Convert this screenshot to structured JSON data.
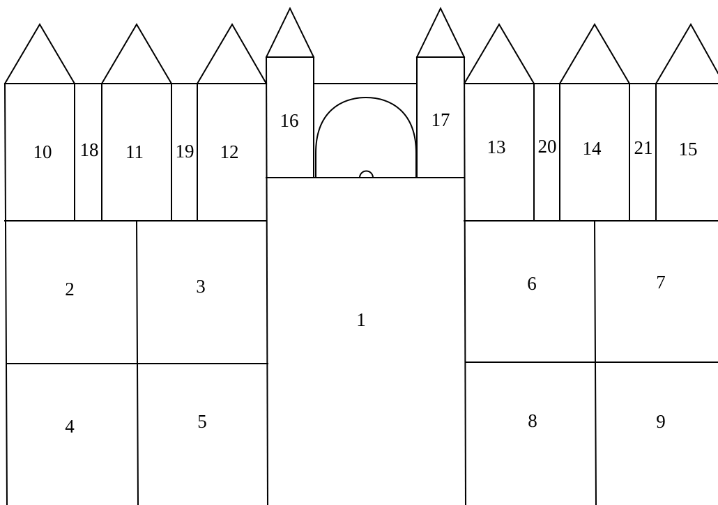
{
  "diagram": {
    "regions": {
      "r1": "1",
      "r2": "2",
      "r3": "3",
      "r4": "4",
      "r5": "5",
      "r6": "6",
      "r7": "7",
      "r8": "8",
      "r9": "9",
      "r10": "10",
      "r11": "11",
      "r12": "12",
      "r13": "13",
      "r14": "14",
      "r15": "15",
      "r16": "16",
      "r17": "17",
      "r18": "18",
      "r19": "19",
      "r20": "20",
      "r21": "21"
    }
  }
}
